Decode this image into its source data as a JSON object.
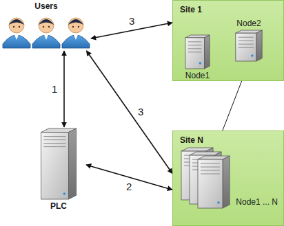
{
  "diagram": {
    "nodes": [
      {
        "text": [
          "Users"
        ]
      },
      {
        "text": [
          "PLC"
        ]
      },
      {
        "text": [
          "Site 1"
        ]
      },
      {
        "text": [
          "Node1"
        ],
        "in": 2
      },
      {
        "text": [
          "Node2"
        ],
        "in": 2
      },
      {
        "text": [
          "Site N"
        ]
      },
      {
        "text": [
          "Node1 ... N"
        ],
        "in": 5
      }
    ],
    "edges": [
      {
        "from": 0,
        "to": 1,
        "label": "1",
        "arrow": "both"
      },
      {
        "from": 1,
        "to": 5,
        "label": "2",
        "arrow": "both"
      },
      {
        "from": 0,
        "to": 2,
        "label": "3",
        "arrow": "both"
      },
      {
        "from": 0,
        "to": 5,
        "label": "3",
        "arrow": "both"
      },
      {
        "from": 3,
        "to": 4,
        "arrow": "none"
      },
      {
        "from": 4,
        "to": 6,
        "arrow": "none"
      }
    ]
  }
}
